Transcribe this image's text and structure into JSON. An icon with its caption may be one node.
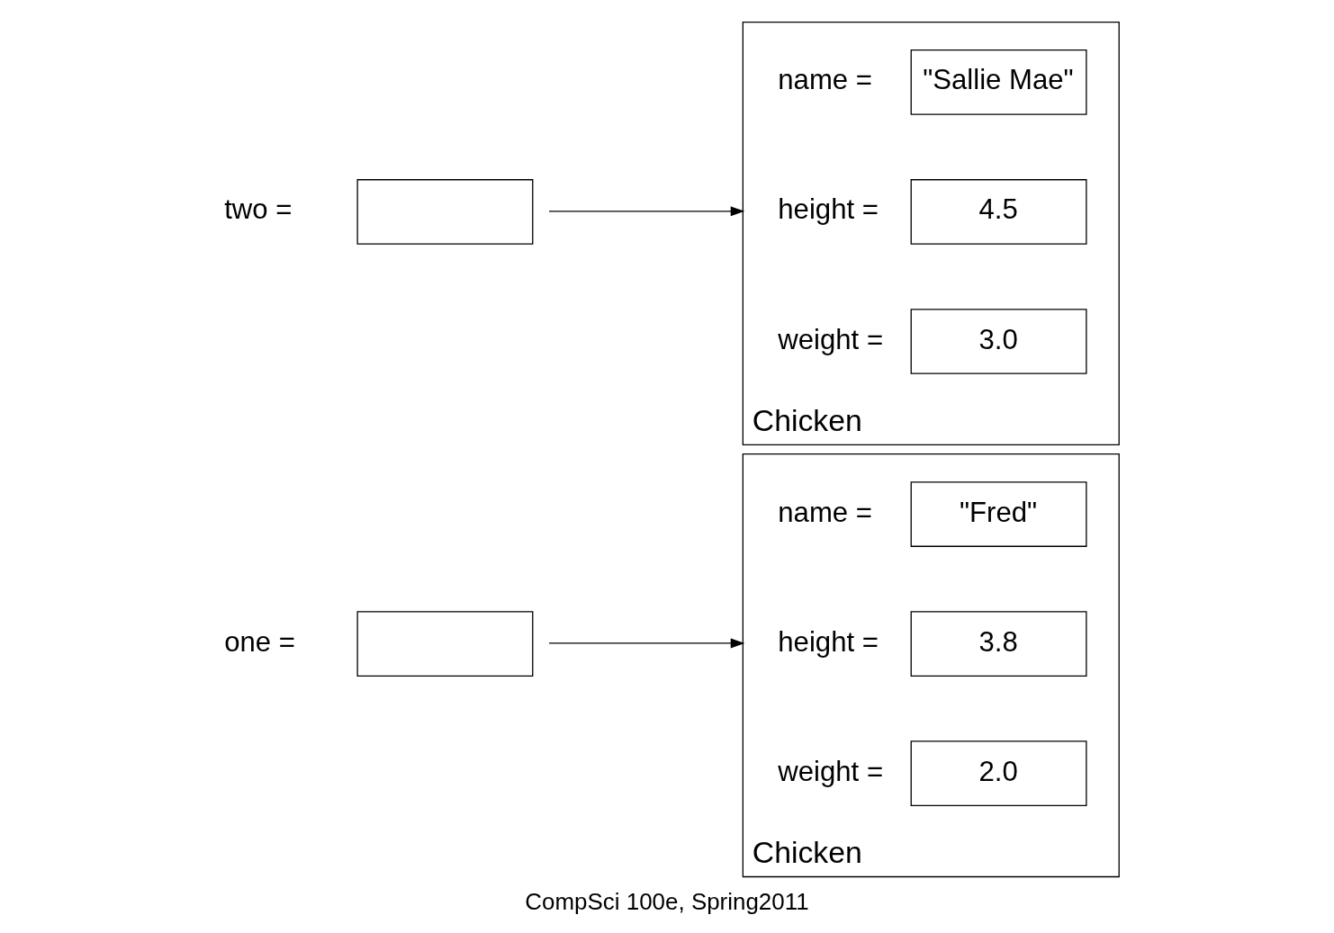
{
  "diagram": {
    "caption": "CompSci 100e, Spring2011",
    "nodes": [
      {
        "text": [],
        "shape": "box",
        "beside": [
          "one ="
        ]
      },
      {
        "text": [
          "Chicken"
        ]
      },
      {
        "text": [
          "2.0"
        ],
        "in": 1,
        "beside": [
          "weight ="
        ]
      },
      {
        "text": [
          "3.8"
        ],
        "in": 1,
        "beside": [
          "height ="
        ]
      },
      {
        "text": [
          "\"Fred\""
        ],
        "in": 1,
        "beside": [
          "name ="
        ]
      },
      {
        "text": [],
        "shape": "box",
        "beside": [
          "two ="
        ]
      },
      {
        "text": [
          "Chicken"
        ]
      },
      {
        "text": [
          "3.0"
        ],
        "in": 6,
        "beside": [
          "weight ="
        ]
      },
      {
        "text": [
          "4.5"
        ],
        "in": 6,
        "beside": [
          "height ="
        ]
      },
      {
        "text": [
          "\"Sallie Mae\""
        ],
        "in": 6,
        "beside": [
          "name ="
        ]
      }
    ],
    "edges": [
      {
        "from": 0,
        "to": 1,
        "arrow": "to"
      },
      {
        "from": 5,
        "to": 6,
        "arrow": "to"
      }
    ]
  }
}
